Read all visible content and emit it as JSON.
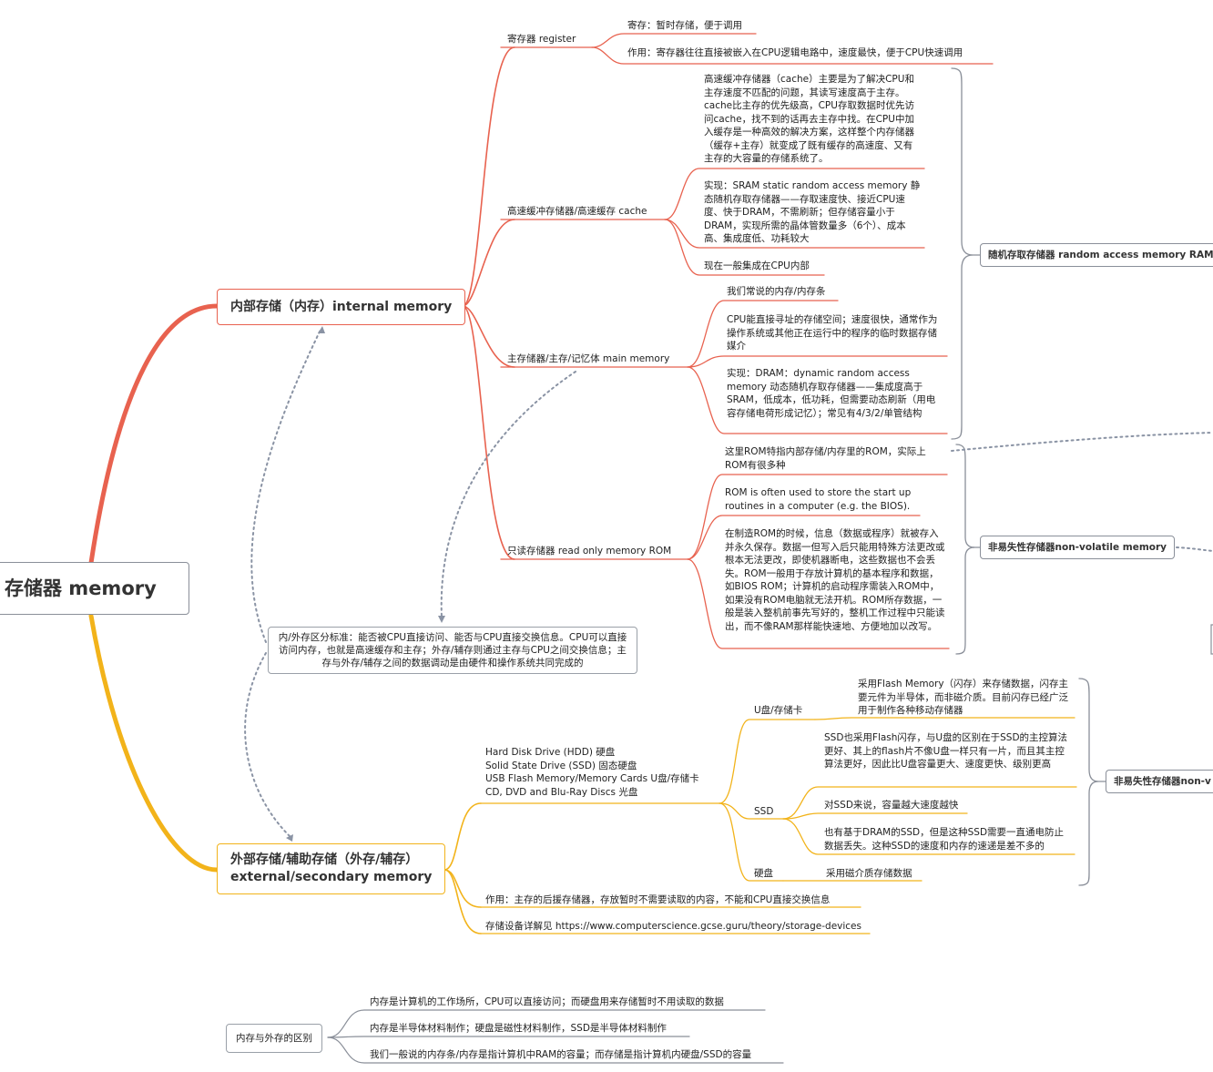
{
  "root": "存储器 memory",
  "internal": {
    "title": "内部存储（内存）internal memory",
    "register": {
      "label": "寄存器 register",
      "items": [
        "寄存：暂时存储，便于调用",
        "作用：寄存器往往直接被嵌入在CPU逻辑电路中，速度最快，便于CPU快速调用"
      ]
    },
    "cache": {
      "label": "高速缓冲存储器/高速缓存 cache",
      "items": [
        "高速缓冲存储器（cache）主要是为了解决CPU和主存速度不匹配的问题，其读写速度高于主存。cache比主存的优先级高，CPU存取数据时优先访问cache，找不到的话再去主存中找。在CPU中加入缓存是一种高效的解决方案，这样整个内存储器（缓存+主存）就变成了既有缓存的高速度、又有主存的大容量的存储系统了。",
        "实现：SRAM static random access memory 静态随机存取存储器——存取速度快、接近CPU速度、快于DRAM，不需刷新；但存储容量小于DRAM，实现所需的晶体管数量多（6个）、成本高、集成度低、功耗较大",
        "现在一般集成在CPU内部"
      ]
    },
    "main": {
      "label": "主存储器/主存/记忆体 main memory",
      "items": [
        "我们常说的内存/内存条",
        "CPU能直接寻址的存储空间；速度很快，通常作为操作系统或其他正在运行中的程序的临时数据存储媒介",
        "实现：DRAM：dynamic random access memory 动态随机存取存储器——集成度高于SRAM，低成本，低功耗，但需要动态刷新（用电容存储电荷形成记忆）；常见有4/3/2/单管结构"
      ]
    },
    "rom": {
      "label": "只读存储器 read only memory ROM",
      "items": [
        "这里ROM特指内部存储/内存里的ROM，实际上ROM有很多种",
        "ROM is often used to store the start up routines in a computer (e.g. the BIOS).",
        "在制造ROM的时候，信息（数据或程序）就被存入并永久保存。数据一但写入后只能用特殊方法更改或根本无法更改，即使机器断电，这些数据也不会丢失。ROM一般用于存放计算机的基本程序和数据，如BIOS ROM；计算机的启动程序需装入ROM中，如果没有ROM电脑就无法开机。ROM所存数据，一般是装入整机前事先写好的，整机工作过程中只能读出，而不像RAM那样能快速地、方便地加以改写。"
      ]
    },
    "summary_ram": "随机存取存储器 random access memory RAM",
    "summary_nv": "非易失性存储器non-volatile memory"
  },
  "note": "内/外存区分标准：能否被CPU直接访问、能否与CPU直接交换信息。CPU可以直接访问内存，也就是高速缓存和主存；外存/辅存则通过主存与CPU之间交换信息；主存与外存/辅存之间的数据调动是由硬件和操作系统共同完成的",
  "external": {
    "title_line1": "外部存储/辅助存储（外存/辅存）",
    "title_line2": "external/secondary memory",
    "devices": [
      "Hard Disk Drive (HDD) 硬盘",
      "Solid State Drive (SSD) 固态硬盘",
      "USB Flash Memory/Memory Cards U盘/存储卡",
      "CD, DVD and Blu-Ray Discs 光盘"
    ],
    "usb": {
      "label": "U盘/存储卡",
      "text": "采用Flash Memory（闪存）来存储数据，闪存主要元件为半导体，而非磁介质。目前闪存已经广泛用于制作各种移动存储器"
    },
    "ssd": {
      "label": "SSD",
      "items": [
        "SSD也采用Flash闪存，与U盘的区别在于SSD的主控算法更好、其上的flash片不像U盘一样只有一片，而且其主控算法更好，因此比U盘容量更大、速度更快、级别更高",
        "对SSD来说，容量越大速度越快",
        "也有基于DRAM的SSD，但是这种SSD需要一直通电防止数据丢失。这种SSD的速度和内存的速递是差不多的"
      ]
    },
    "hdd": {
      "label": "硬盘",
      "text": "采用磁介质存储数据"
    },
    "summary_nv": "非易失性存储器non-v",
    "role": "作用：主存的后援存储器，存放暂时不需要读取的内容，不能和CPU直接交换信息",
    "link": "存储设备详解见 https://www.computerscience.gcse.guru/theory/storage-devices"
  },
  "diff": {
    "label": "内存与外存的区别",
    "items": [
      "内存是计算机的工作场所，CPU可以直接访问；而硬盘用来存储暂时不用读取的数据",
      "内存是半导体材料制作；硬盘是磁性材料制作，SSD是半导体材料制作",
      "我们一般说的内存条/内存是指计算机中RAM的容量；而存储是指计算机内硬盘/SSD的容量"
    ]
  },
  "colors": {
    "internal": "#e8624f",
    "external": "#f2b31a",
    "neutral": "#8a8f99"
  }
}
